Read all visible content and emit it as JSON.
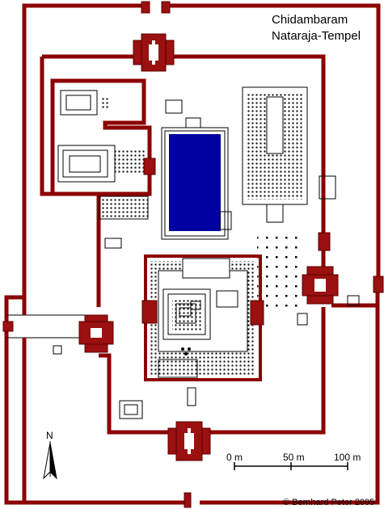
{
  "title": {
    "line1": "Chidambaram",
    "line2": "Nataraja-Tempel"
  },
  "north_label": "N",
  "scale": {
    "labels": [
      "0 m",
      "50 m",
      "100 m"
    ]
  },
  "copyright": "© Bernhard Peter 2005",
  "colors": {
    "wall": "#8b0000",
    "gopuram": "#9b1010",
    "tank": "#0000a0",
    "ink": "#000000"
  }
}
